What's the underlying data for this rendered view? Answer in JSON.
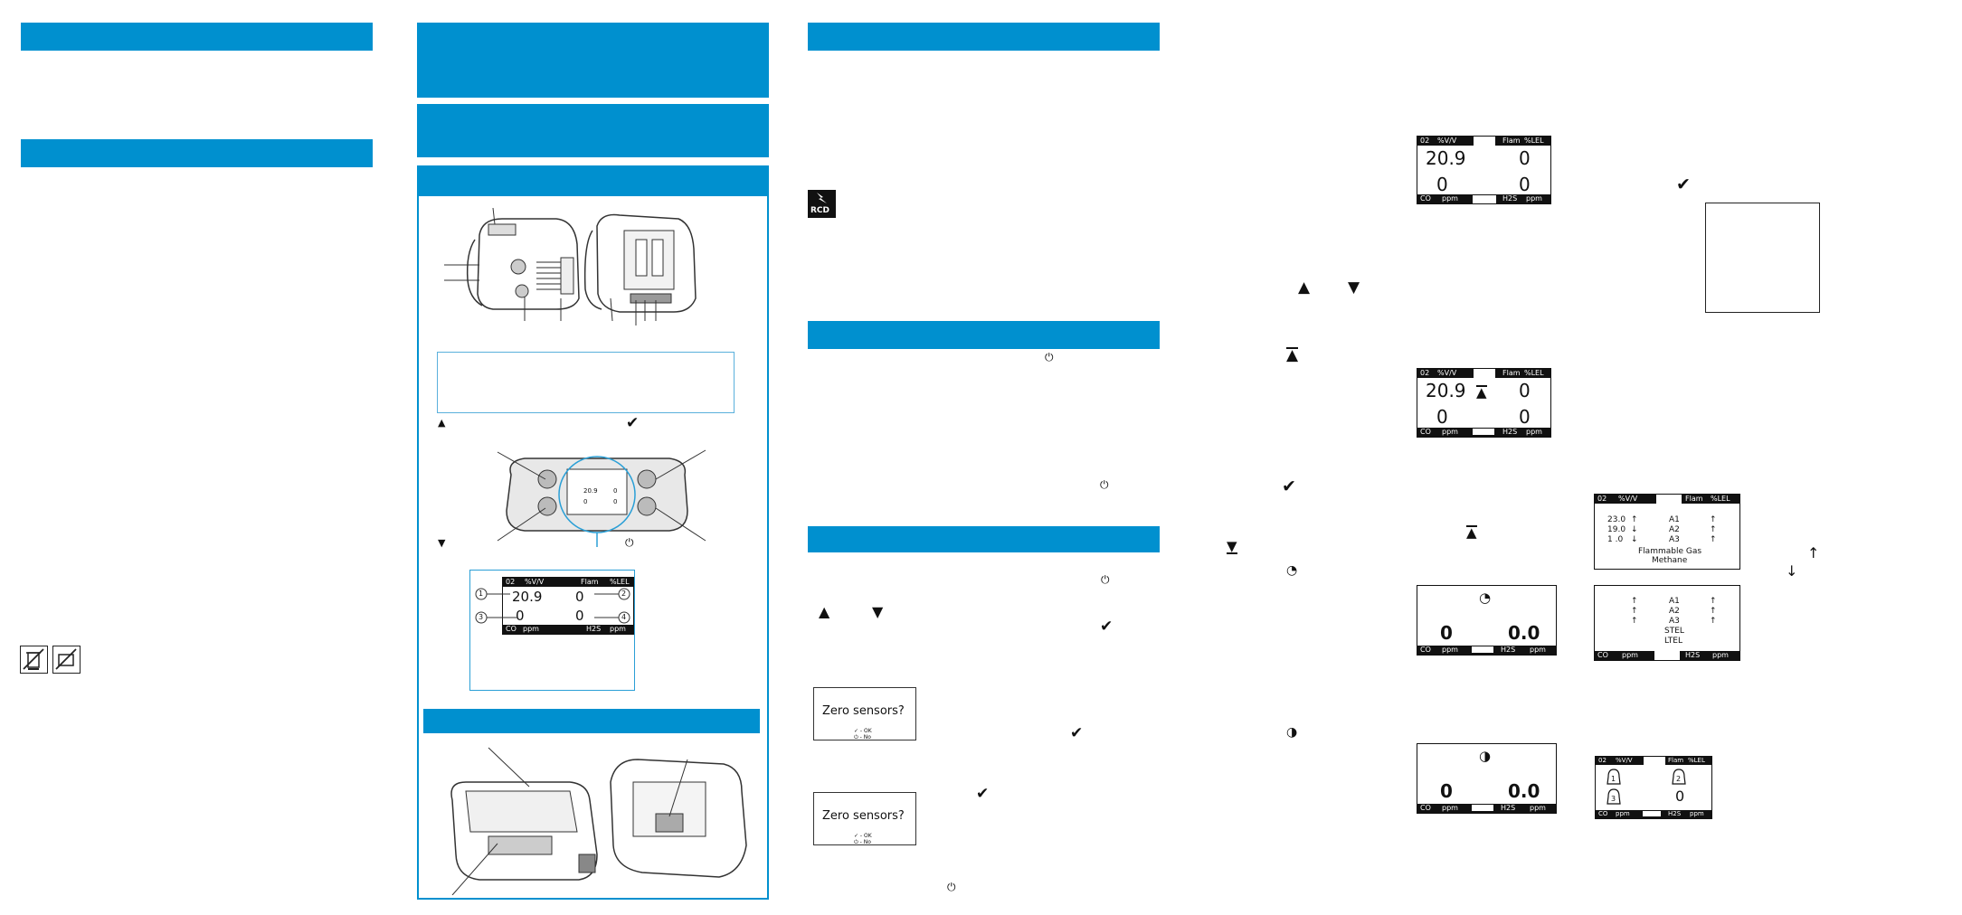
{
  "lcd_main": {
    "top_left_1": "02",
    "top_left_2": "%V/V",
    "top_right_1": "Flam",
    "top_right_2": "%LEL",
    "val_tl": "20.9",
    "val_tr": "0",
    "val_bl": "0",
    "val_br": "0",
    "bot_left_1": "CO",
    "bot_left_2": "ppm",
    "bot_right_1": "H2S",
    "bot_right_2": "ppm"
  },
  "lcd_peak": {
    "val_tl": "20.9",
    "val_tr": "0",
    "val_bl": "0",
    "val_br": "0"
  },
  "lcd_twa": {
    "val_l": "0",
    "val_r": "0.0",
    "bot_left_1": "CO",
    "bot_left_2": "ppm",
    "bot_right_1": "H2S",
    "bot_right_2": "ppm"
  },
  "lcd_stel": {
    "val_l": "0",
    "val_r": "0.0"
  },
  "lcd_alarm_top": {
    "top_left_1": "02",
    "top_left_2": "%V/V",
    "top_right_1": "Flam",
    "top_right_2": "%LEL",
    "row1": [
      "23.0",
      "↑",
      "A1",
      "↑"
    ],
    "row2": [
      "19.0",
      "↓",
      "A2",
      "↑"
    ],
    "row3": [
      "1 .0",
      "↓",
      "A3",
      "↑"
    ],
    "gas_line1": "Flammable Gas",
    "gas_line2": "Methane"
  },
  "lcd_alarm_bottom": {
    "rows": [
      [
        "↑",
        "A1",
        "↑"
      ],
      [
        "↑",
        "A2",
        "↑"
      ],
      [
        "↑",
        "A3",
        "↑"
      ]
    ],
    "stel": "STEL",
    "ltel": "LTEL",
    "bot_left_1": "CO",
    "bot_left_2": "ppm",
    "bot_right_1": "H2S",
    "bot_right_2": "ppm"
  },
  "lcd_bells": {
    "top_left_1": "02",
    "top_left_2": "%V/V",
    "top_right_1": "Flam",
    "top_right_2": "%LEL",
    "val_r": "0",
    "bot_left_1": "CO",
    "bot_left_2": "ppm",
    "bot_right_1": "H2S",
    "bot_right_2": "ppm"
  },
  "zero_prompt": {
    "text": "Zero sensors?",
    "ok": "✓ - OK",
    "no": "⏻ - No"
  },
  "callout_screen": {
    "val_tl": "20.9",
    "val_tr": "0",
    "val_bl": "0",
    "val_br": "0",
    "n1": "1",
    "n2": "2",
    "n3": "3",
    "n4": "4"
  },
  "device_lcd": {
    "v1": "20.9",
    "v2": "0",
    "v3": "0",
    "v4": "0"
  },
  "icons": {
    "rcd": "RCD",
    "up": "up-triangle-icon",
    "down": "down-triangle-icon",
    "check": "check-icon",
    "power": "power-icon",
    "peak": "peak-icon",
    "twa": "twa-clock-icon",
    "stel": "stel-clock-icon"
  },
  "colors": {
    "accent": "#0090cf"
  }
}
